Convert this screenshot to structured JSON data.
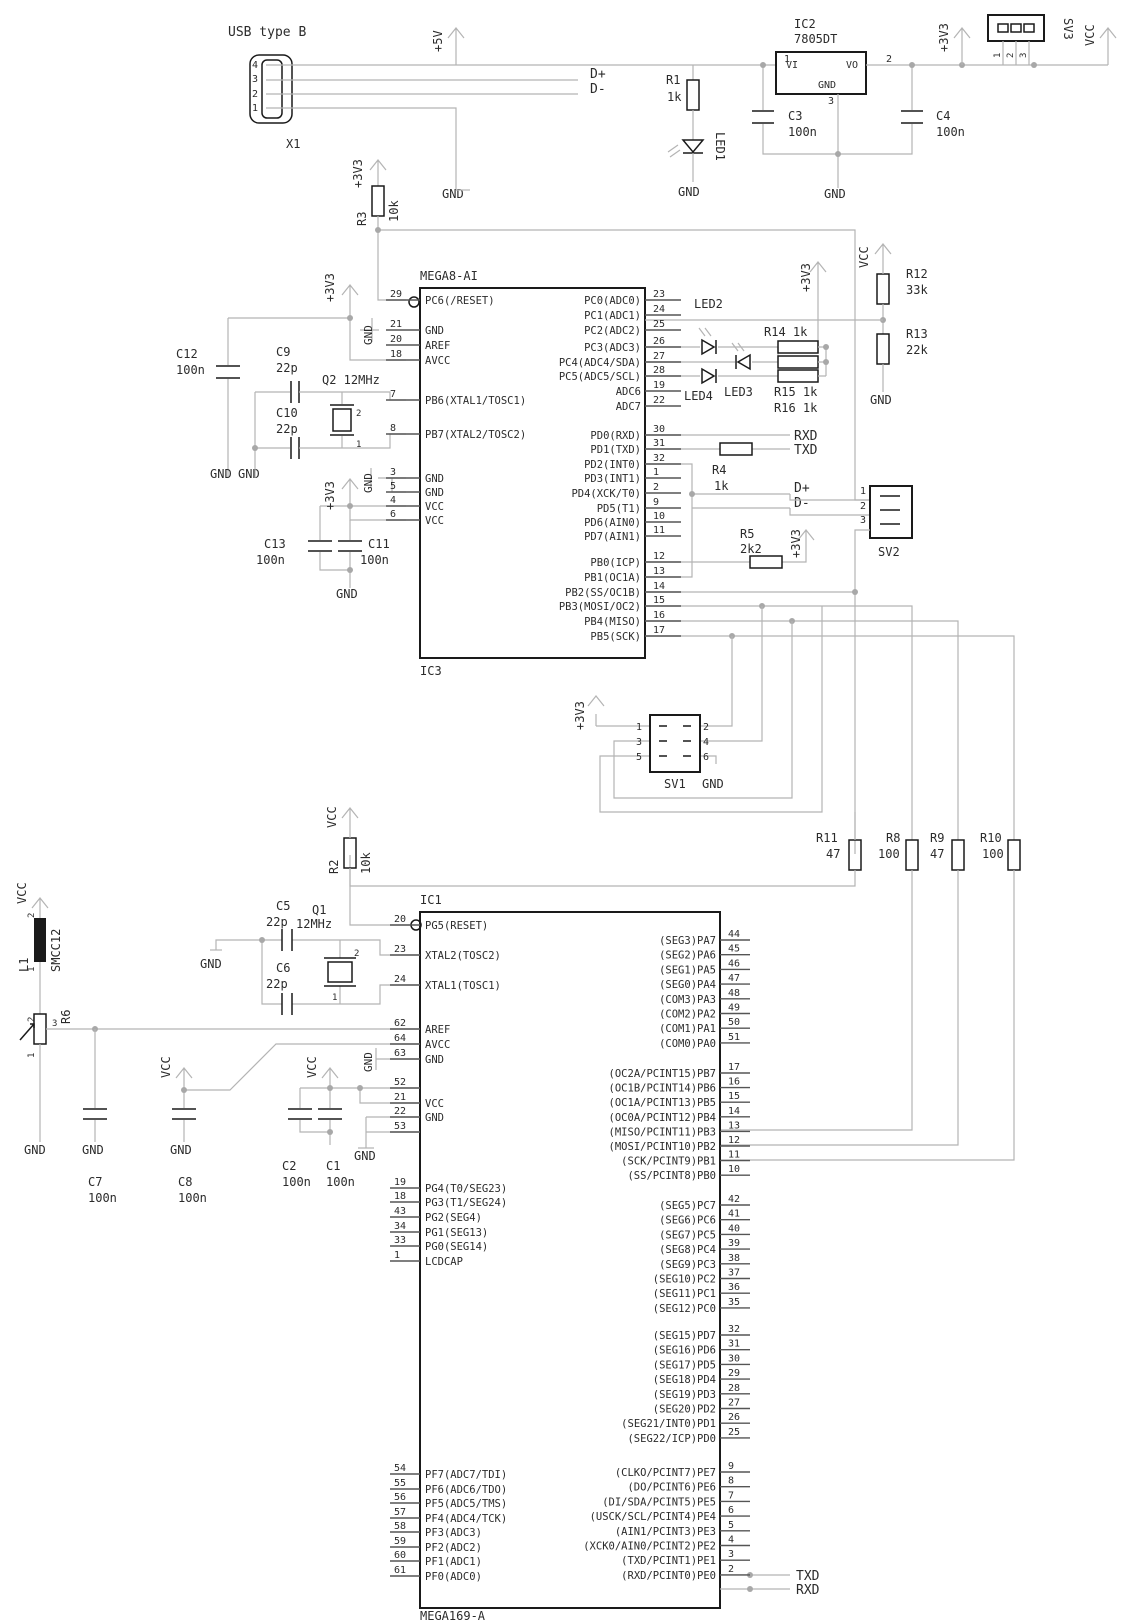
{
  "colors": {
    "wire": "#b4b4b4",
    "body": "#1a1a1a",
    "text": "#2b2b2b",
    "background": "#ffffff"
  },
  "usb": {
    "title": "USB   type  B",
    "name": "X1",
    "pins": [
      "4",
      "3",
      "2",
      "1"
    ],
    "dplus": "D+",
    "dminus": "D-",
    "gnd": "GND"
  },
  "rails": {
    "p5v": "+5V",
    "p3v3": "+3V3",
    "vcc": "VCC",
    "gnd": "GND"
  },
  "ic2": {
    "name": "IC2",
    "part": "7805DT",
    "vi": "VI",
    "vo": "VO",
    "gnd": "GND",
    "p1": "1",
    "p2": "2",
    "p3": "3"
  },
  "r1": {
    "name": "R1",
    "value": "1k"
  },
  "led1": {
    "name": "LED1"
  },
  "c3": {
    "name": "C3",
    "value": "100n"
  },
  "c4": {
    "name": "C4",
    "value": "100n"
  },
  "sv3": {
    "name": "SV3",
    "pins": [
      "1",
      "2",
      "3"
    ]
  },
  "r3": {
    "name": "R3",
    "value": "10k"
  },
  "r12": {
    "name": "R12",
    "value": "33k"
  },
  "r13": {
    "name": "R13",
    "value": "22k"
  },
  "led2": {
    "name": "LED2"
  },
  "led3": {
    "name": "LED3"
  },
  "led4": {
    "name": "LED4"
  },
  "r14": {
    "label": "R14 1k"
  },
  "r15": {
    "label": "R15 1k"
  },
  "r16": {
    "label": "R16 1k"
  },
  "r4": {
    "name": "R4",
    "value": "1k"
  },
  "r5": {
    "name": "R5",
    "value": "2k2"
  },
  "c12": {
    "name": "C12",
    "value": "100n"
  },
  "c9": {
    "name": "C9",
    "value": "22p"
  },
  "c10": {
    "name": "C10",
    "value": "22p"
  },
  "q2": {
    "label": "Q2 12MHz"
  },
  "c13": {
    "name": "C13",
    "value": "100n"
  },
  "c11": {
    "name": "C11",
    "value": "100n"
  },
  "sv2": {
    "name": "SV2",
    "pins": [
      "1",
      "2",
      "3"
    ]
  },
  "sv1": {
    "name": "SV1",
    "pins": [
      "1",
      "2",
      "3",
      "4",
      "5",
      "6"
    ],
    "gnd": "GND"
  },
  "signals": {
    "rxd": "RXD",
    "txd": "TXD",
    "dplus": "D+",
    "dminus": "D-"
  },
  "ic3": {
    "part": "MEGA8-AI",
    "name": "IC3",
    "left": [
      {
        "pin": "29",
        "label": "PC6(/RESET)"
      },
      {
        "pin": "21",
        "label": "GND"
      },
      {
        "pin": "20",
        "label": "AREF"
      },
      {
        "pin": "18",
        "label": "AVCC"
      },
      {
        "pin": "7",
        "label": "PB6(XTAL1/TOSC1)"
      },
      {
        "pin": "8",
        "label": "PB7(XTAL2/TOSC2)"
      },
      {
        "pin": "3",
        "label": "GND"
      },
      {
        "pin": "5",
        "label": "GND"
      },
      {
        "pin": "4",
        "label": "VCC"
      },
      {
        "pin": "6",
        "label": "VCC"
      }
    ],
    "right": [
      {
        "pin": "23",
        "label": "PC0(ADC0)"
      },
      {
        "pin": "24",
        "label": "PC1(ADC1)"
      },
      {
        "pin": "25",
        "label": "PC2(ADC2)"
      },
      {
        "pin": "26",
        "label": "PC3(ADC3)"
      },
      {
        "pin": "27",
        "label": "PC4(ADC4/SDA)"
      },
      {
        "pin": "28",
        "label": "PC5(ADC5/SCL)"
      },
      {
        "pin": "19",
        "label": "ADC6"
      },
      {
        "pin": "22",
        "label": "ADC7"
      },
      {
        "pin": "30",
        "label": "PD0(RXD)"
      },
      {
        "pin": "31",
        "label": "PD1(TXD)"
      },
      {
        "pin": "32",
        "label": "PD2(INT0)"
      },
      {
        "pin": "1",
        "label": "PD3(INT1)"
      },
      {
        "pin": "2",
        "label": "PD4(XCK/T0)"
      },
      {
        "pin": "9",
        "label": "PD5(T1)"
      },
      {
        "pin": "10",
        "label": "PD6(AIN0)"
      },
      {
        "pin": "11",
        "label": "PD7(AIN1)"
      },
      {
        "pin": "12",
        "label": "PB0(ICP)"
      },
      {
        "pin": "13",
        "label": "PB1(OC1A)"
      },
      {
        "pin": "14",
        "label": "PB2(SS/OC1B)"
      },
      {
        "pin": "15",
        "label": "PB3(MOSI/OC2)"
      },
      {
        "pin": "16",
        "label": "PB4(MISO)"
      },
      {
        "pin": "17",
        "label": "PB5(SCK)"
      }
    ]
  },
  "r2": {
    "name": "R2",
    "value": "10k"
  },
  "r11": {
    "name": "R11",
    "value": "47"
  },
  "r8": {
    "name": "R8",
    "value": "100"
  },
  "r9": {
    "name": "R9",
    "value": "47"
  },
  "r10": {
    "name": "R10",
    "value": "100"
  },
  "l1": {
    "name": "L1",
    "value": "SMCC12",
    "p1": "1",
    "p2": "2"
  },
  "r6": {
    "name": "R6",
    "p1": "1",
    "p2": "2",
    "p3": "3"
  },
  "c5": {
    "name": "C5",
    "value": "22p"
  },
  "c6": {
    "name": "C6",
    "value": "22p"
  },
  "q1": {
    "name": "Q1",
    "value": "12MHz"
  },
  "c7": {
    "name": "C7",
    "value": "100n"
  },
  "c8": {
    "name": "C8",
    "value": "100n"
  },
  "c2": {
    "name": "C2",
    "value": "100n"
  },
  "c1": {
    "name": "C1",
    "value": "100n"
  },
  "ic1": {
    "name": "IC1",
    "part": "MEGA169-A",
    "left": [
      {
        "pin": "20",
        "label": "PG5(RESET)"
      },
      {
        "pin": "23",
        "label": "XTAL2(TOSC2)"
      },
      {
        "pin": "24",
        "label": "XTAL1(TOSC1)"
      },
      {
        "pin": "62",
        "label": "AREF"
      },
      {
        "pin": "64",
        "label": "AVCC"
      },
      {
        "pin": "63",
        "label": "GND"
      },
      {
        "pin": "52",
        "label": ""
      },
      {
        "pin": "21",
        "label": "VCC"
      },
      {
        "pin": "22",
        "label": "GND"
      },
      {
        "pin": "53",
        "label": ""
      },
      {
        "pin": "19",
        "label": "PG4(T0/SEG23)"
      },
      {
        "pin": "18",
        "label": "PG3(T1/SEG24)"
      },
      {
        "pin": "43",
        "label": "PG2(SEG4)"
      },
      {
        "pin": "34",
        "label": "PG1(SEG13)"
      },
      {
        "pin": "33",
        "label": "PG0(SEG14)"
      },
      {
        "pin": "1",
        "label": "LCDCAP"
      },
      {
        "pin": "54",
        "label": "PF7(ADC7/TDI)"
      },
      {
        "pin": "55",
        "label": "PF6(ADC6/TDO)"
      },
      {
        "pin": "56",
        "label": "PF5(ADC5/TMS)"
      },
      {
        "pin": "57",
        "label": "PF4(ADC4/TCK)"
      },
      {
        "pin": "58",
        "label": "PF3(ADC3)"
      },
      {
        "pin": "59",
        "label": "PF2(ADC2)"
      },
      {
        "pin": "60",
        "label": "PF1(ADC1)"
      },
      {
        "pin": "61",
        "label": "PF0(ADC0)"
      }
    ],
    "right": [
      {
        "pin": "44",
        "label": "(SEG3)PA7"
      },
      {
        "pin": "45",
        "label": "(SEG2)PA6"
      },
      {
        "pin": "46",
        "label": "(SEG1)PA5"
      },
      {
        "pin": "47",
        "label": "(SEG0)PA4"
      },
      {
        "pin": "48",
        "label": "(COM3)PA3"
      },
      {
        "pin": "49",
        "label": "(COM2)PA2"
      },
      {
        "pin": "50",
        "label": "(COM1)PA1"
      },
      {
        "pin": "51",
        "label": "(COM0)PA0"
      },
      {
        "pin": "17",
        "label": "(OC2A/PCINT15)PB7"
      },
      {
        "pin": "16",
        "label": "(OC1B/PCINT14)PB6"
      },
      {
        "pin": "15",
        "label": "(OC1A/PCINT13)PB5"
      },
      {
        "pin": "14",
        "label": "(OC0A/PCINT12)PB4"
      },
      {
        "pin": "13",
        "label": "(MISO/PCINT11)PB3"
      },
      {
        "pin": "12",
        "label": "(MOSI/PCINT10)PB2"
      },
      {
        "pin": "11",
        "label": "(SCK/PCINT9)PB1"
      },
      {
        "pin": "10",
        "label": "(SS/PCINT8)PB0"
      },
      {
        "pin": "42",
        "label": "(SEG5)PC7"
      },
      {
        "pin": "41",
        "label": "(SEG6)PC6"
      },
      {
        "pin": "40",
        "label": "(SEG7)PC5"
      },
      {
        "pin": "39",
        "label": "(SEG8)PC4"
      },
      {
        "pin": "38",
        "label": "(SEG9)PC3"
      },
      {
        "pin": "37",
        "label": "(SEG10)PC2"
      },
      {
        "pin": "36",
        "label": "(SEG11)PC1"
      },
      {
        "pin": "35",
        "label": "(SEG12)PC0"
      },
      {
        "pin": "32",
        "label": "(SEG15)PD7"
      },
      {
        "pin": "31",
        "label": "(SEG16)PD6"
      },
      {
        "pin": "30",
        "label": "(SEG17)PD5"
      },
      {
        "pin": "29",
        "label": "(SEG18)PD4"
      },
      {
        "pin": "28",
        "label": "(SEG19)PD3"
      },
      {
        "pin": "27",
        "label": "(SEG20)PD2"
      },
      {
        "pin": "26",
        "label": "(SEG21/INT0)PD1"
      },
      {
        "pin": "25",
        "label": "(SEG22/ICP)PD0"
      },
      {
        "pin": "9",
        "label": "(CLKO/PCINT7)PE7"
      },
      {
        "pin": "8",
        "label": "(DO/PCINT6)PE6"
      },
      {
        "pin": "7",
        "label": "(DI/SDA/PCINT5)PE5"
      },
      {
        "pin": "6",
        "label": "(USCK/SCL/PCINT4)PE4"
      },
      {
        "pin": "5",
        "label": "(AIN1/PCINT3)PE3"
      },
      {
        "pin": "4",
        "label": "(XCK0/AIN0/PCINT2)PE2"
      },
      {
        "pin": "3",
        "label": "(TXD/PCINT1)PE1"
      },
      {
        "pin": "2",
        "label": "(RXD/PCINT0)PE0"
      }
    ]
  }
}
